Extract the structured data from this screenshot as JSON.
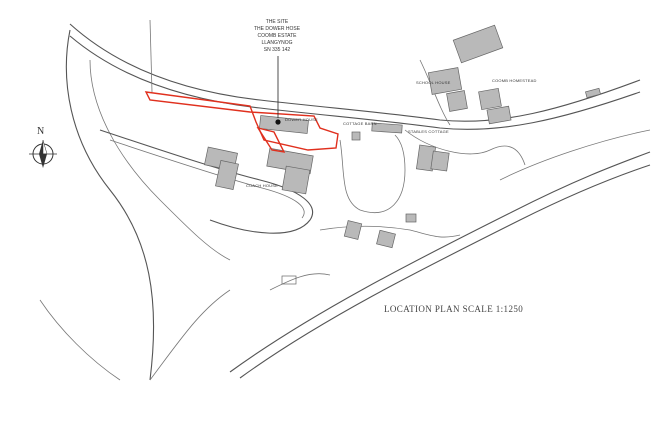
{
  "map": {
    "site_note": [
      "THE SITE",
      "THE DOWER HOSE",
      "COOMB ESTATE",
      "LLANGYNOG",
      "SN 335 142"
    ],
    "north_label": "N",
    "caption": "LOCATION PLAN SCALE 1:1250",
    "labels": {
      "dower_house": "DOWER HOUSE",
      "cottage_barn": "COTTAGE BARN",
      "coach_house": "COACH HOUSE",
      "school_house": "SCHOOL HOUSE",
      "lodge": "COOMB HOMESTEAD",
      "stables": "STABLES COTTAGE"
    },
    "colors": {
      "site_boundary": "#e0301e",
      "buildings": "#b9b9b9",
      "roads": "#555555"
    },
    "icons": [
      "north-arrow-icon"
    ]
  }
}
